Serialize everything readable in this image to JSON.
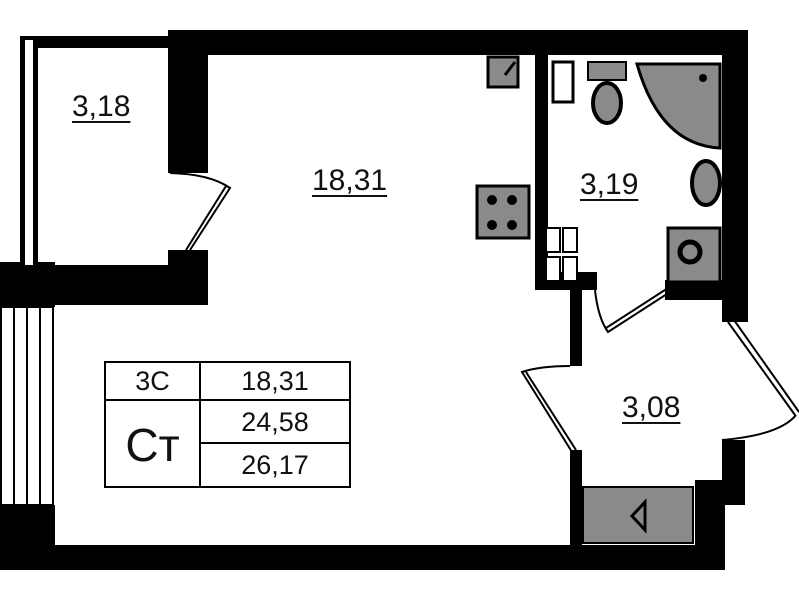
{
  "rooms": {
    "loggia_area": "3,18",
    "living_area": "18,31",
    "bathroom_area": "3,19",
    "hallway_area": "3,08"
  },
  "summary_table": {
    "apartment_type": "3С",
    "apartment_code": "Ст",
    "living_area": "18,31",
    "total_area": "24,58",
    "total_with_loggia": "26,17"
  },
  "colors": {
    "wall": "#000000",
    "fixture": "#8a8a8a"
  }
}
